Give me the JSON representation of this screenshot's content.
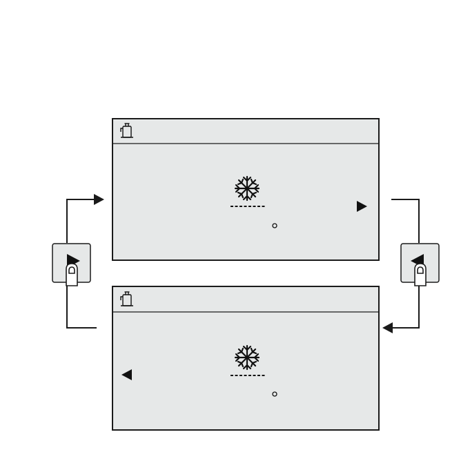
{
  "screens": [
    {
      "id": "top",
      "status_icon": "compressor-icon",
      "mode_icon": "snowflake-icon",
      "value_placeholder": "dashed-blank",
      "unit_icon": "degree-icon",
      "nav_icon": "triangle-right-icon"
    },
    {
      "id": "bottom",
      "status_icon": "compressor-icon",
      "mode_icon": "snowflake-icon",
      "value_placeholder": "dashed-blank",
      "unit_icon": "degree-icon",
      "nav_icon": "triangle-left-icon"
    }
  ],
  "buttons": [
    {
      "id": "right-key",
      "icon": "triangle-right-icon",
      "finger": "finger-press-icon"
    },
    {
      "id": "left-key",
      "icon": "triangle-left-icon",
      "finger": "finger-press-icon"
    }
  ],
  "colors": {
    "screen_background": "#e6e8e8",
    "stroke": "#1a1a1a"
  }
}
